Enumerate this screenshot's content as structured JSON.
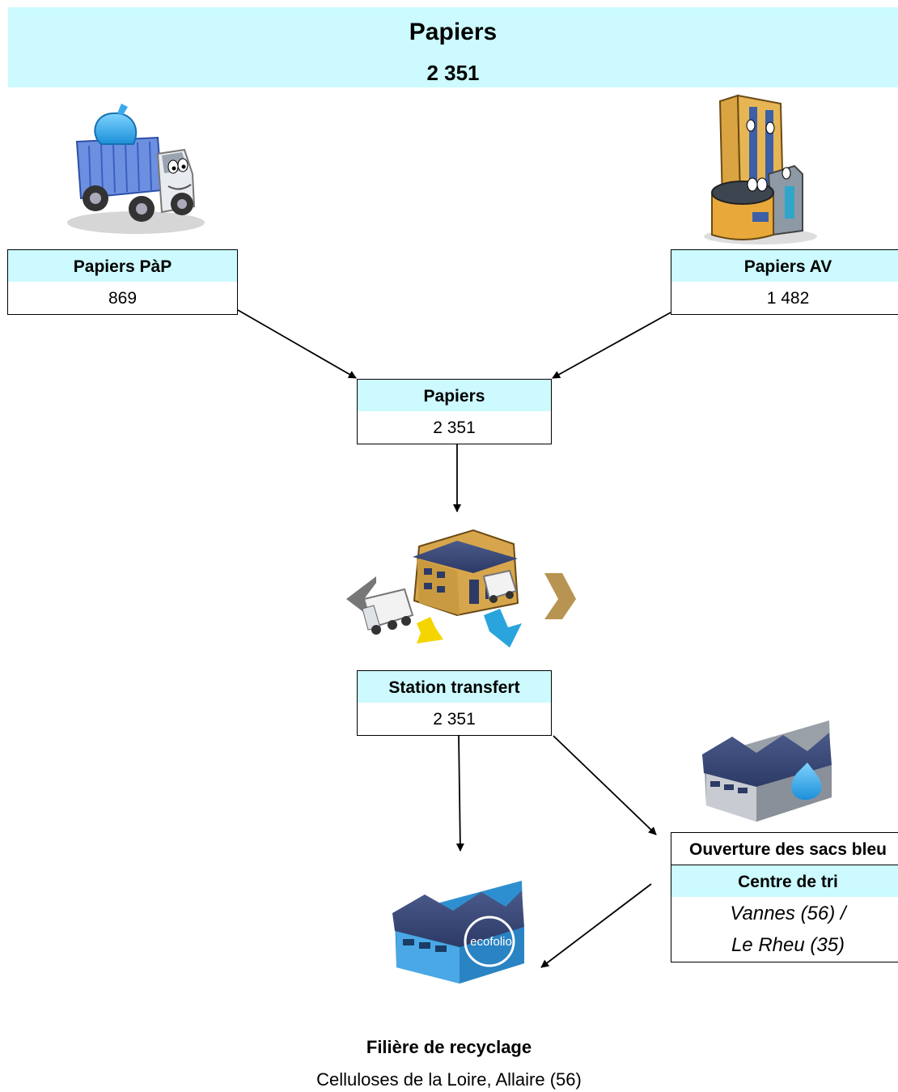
{
  "header": {
    "title": "Papiers",
    "total": "2 351"
  },
  "nodes": {
    "pap": {
      "label": "Papiers PàP",
      "value": "869"
    },
    "av": {
      "label": "Papiers AV",
      "value": "1 482"
    },
    "papiers": {
      "label": "Papiers",
      "value": "2 351"
    },
    "station": {
      "label": "Station transfert",
      "value": "2 351"
    },
    "centre": {
      "title": "Ouverture des sacs bleu",
      "label": "Centre de tri",
      "line1": "Vannes (56) /",
      "line2": "Le Rheu (35)"
    }
  },
  "recycling": {
    "label": "ecofolio"
  },
  "footer": {
    "title": "Filière de recyclage",
    "subtitle": "Celluloses de la Loire, Allaire (56)"
  },
  "colors": {
    "header_bg": "#ccfaff",
    "arrow": "#000000"
  }
}
